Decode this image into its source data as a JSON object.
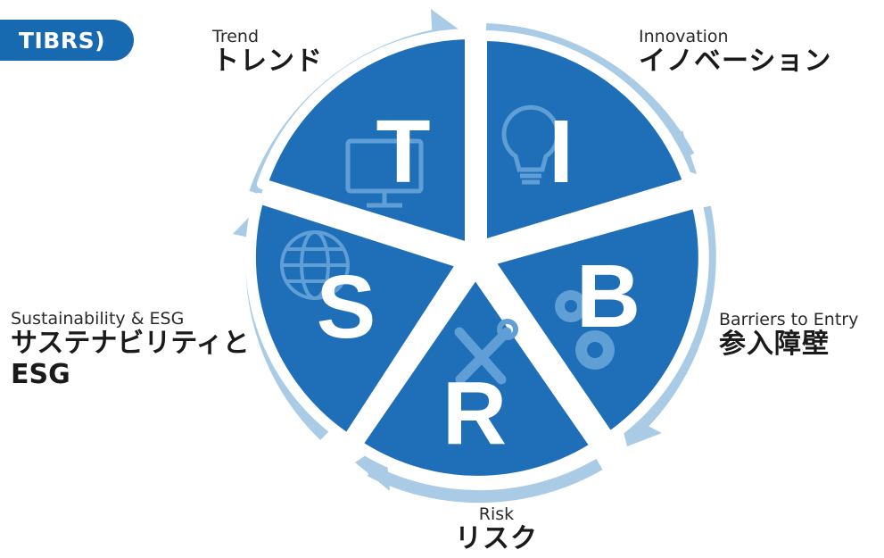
{
  "title": "TIBRS)",
  "colors": {
    "segment": "#1f6fb8",
    "segment_dark": "#1a63a8",
    "ring": "#a9cbe6",
    "icon": "#5f9fd6",
    "letter": "#ffffff",
    "title_bg": "#1769b0"
  },
  "segments": [
    {
      "letter": "T",
      "icon": "monitor-icon",
      "label_en": "Trend",
      "label_jp": "トレンド"
    },
    {
      "letter": "I",
      "icon": "lightbulb-icon",
      "label_en": "Innovation",
      "label_jp": "イノベーション"
    },
    {
      "letter": "B",
      "icon": "gears-icon",
      "label_en": "Barriers to Entry",
      "label_jp": "参入障壁"
    },
    {
      "letter": "R",
      "icon": "wrench-screwdriver-icon",
      "label_en": "Risk",
      "label_jp": "リスク"
    },
    {
      "letter": "S",
      "icon": "globe-icon",
      "label_en": "Sustainability & ESG",
      "label_jp": "サステナビリティと ESG"
    }
  ]
}
